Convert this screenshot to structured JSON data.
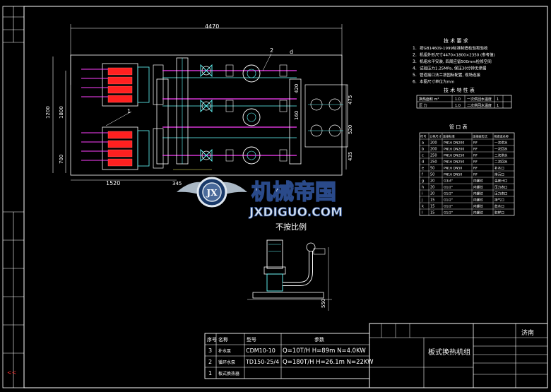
{
  "drawing": {
    "scale_note": "不按比例",
    "dims": {
      "overall_width": "4470",
      "left_width": "1520",
      "d345": "345",
      "d1200": "1200",
      "d1800": "1800",
      "d700": "700",
      "d475": "475",
      "d435": "435",
      "d520": "520",
      "d420": "420",
      "d160": "160",
      "d550": "550"
    },
    "markers": [
      "1",
      "2",
      "d"
    ]
  },
  "tech_requirements": {
    "title": "技 术 要 求",
    "items": [
      {
        "num": "1.",
        "text": "按GB14609-1999标准制造检验和验收"
      },
      {
        "num": "2.",
        "text": "机组外形尺寸4470×1800×2350 (参考值)"
      },
      {
        "num": "3.",
        "text": "机组水平安装, 四周应留500mm检修空间"
      },
      {
        "num": "4.",
        "text": "试验压力1.25MPa, 保压30分钟无渗漏"
      },
      {
        "num": "5.",
        "text": "管道接口法兰按国标配置, 现场连接"
      },
      {
        "num": "6.",
        "text": "本图尺寸单位为mm"
      }
    ]
  },
  "tech_params": {
    "title": "技 术 特 性 表",
    "rows": [
      {
        "name": "换热面积 m²",
        "value": "1.0",
        "desc": "一次供回水温度",
        "qty": "1"
      },
      {
        "name": "压 力",
        "value": "1.0",
        "desc": "二次供回水温度",
        "qty": "1"
      }
    ]
  },
  "nozzle_table": {
    "title": "管 口 表",
    "headers": [
      "符号",
      "公称尺寸",
      "连接标准",
      "连接面形式",
      "用途或名称"
    ],
    "rows": [
      {
        "sym": "a",
        "dn": "200",
        "std": "PN16 DN200",
        "face": "RF",
        "use": "一次供水"
      },
      {
        "sym": "b",
        "dn": "200",
        "std": "PN16 DN200",
        "face": "RF",
        "use": "一次回水"
      },
      {
        "sym": "c",
        "dn": "250",
        "std": "PN16 DN250",
        "face": "RF",
        "use": "二次供水"
      },
      {
        "sym": "d",
        "dn": "250",
        "std": "PN16 DN250",
        "face": "RF",
        "use": "二次回水"
      },
      {
        "sym": "e",
        "dn": "50",
        "std": "PN16 DN50",
        "face": "RF",
        "use": "补水口"
      },
      {
        "sym": "f",
        "dn": "50",
        "std": "PN16 DN50",
        "face": "RF",
        "use": "排污口"
      },
      {
        "sym": "g",
        "dn": "20",
        "std": "G3/4\"",
        "face": "内螺纹",
        "use": "温度计口"
      },
      {
        "sym": "h",
        "dn": "20",
        "std": "G1/2\"",
        "face": "内螺纹",
        "use": "压力表口"
      },
      {
        "sym": "i",
        "dn": "20",
        "std": "G1/2\"",
        "face": "内螺纹",
        "use": "压力表口"
      },
      {
        "sym": "j",
        "dn": "15",
        "std": "G1/2\"",
        "face": "内螺纹",
        "use": "排气口"
      },
      {
        "sym": "k",
        "dn": "15",
        "std": "G1/2\"",
        "face": "内螺纹",
        "use": "放水口"
      },
      {
        "sym": "l",
        "dn": "15",
        "std": "G1/2\"",
        "face": "内螺纹",
        "use": "取样口"
      }
    ]
  },
  "parts_list": {
    "headers": [
      "序号",
      "名称",
      "型号",
      "参数"
    ],
    "rows": [
      {
        "no": "3",
        "name": "补水泵",
        "model": "CDM10-10",
        "param": "Q=10T/H H=89m N=4.0KW"
      },
      {
        "no": "2",
        "name": "循环水泵",
        "model": "TD150-25/4",
        "param": "Q=180T/H H=26.1m N=22KW"
      },
      {
        "no": "1",
        "name": "板式换热器",
        "model": "",
        "param": ""
      }
    ]
  },
  "title_block": {
    "drawing_name": "板式换热机组",
    "company": "济南"
  },
  "watermark": {
    "cn": "机械帝国",
    "url": "JXDIGUO.COM",
    "logo_letters": "JX"
  },
  "colors": {
    "background": "#000000",
    "line": "#ffffff",
    "cyan": "#66ffff",
    "red": "#ff2020",
    "magenta": "#ff40ff",
    "yellow": "#ffff66"
  }
}
